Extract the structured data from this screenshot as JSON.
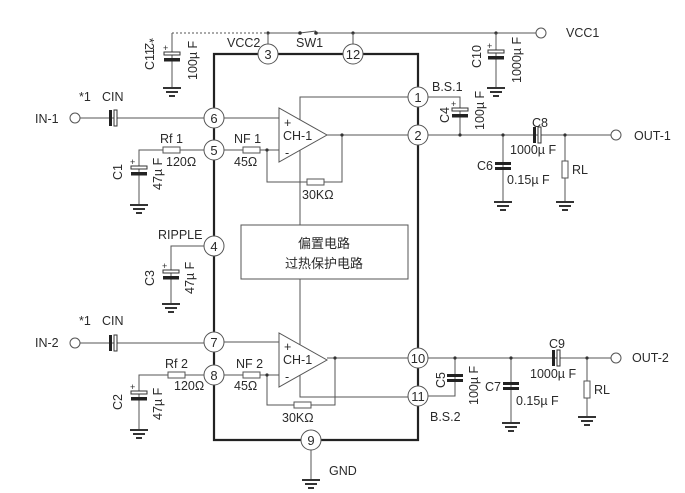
{
  "chip": {
    "block_line1": "偏置电路",
    "block_line2": "过热保护电路",
    "ch_top": "CH-1",
    "ch_bottom": "CH-1",
    "plus": "+",
    "minus": "-"
  },
  "pins": {
    "p1": "1",
    "p2": "2",
    "p3": "3",
    "p4": "4",
    "p5": "5",
    "p6": "6",
    "p7": "7",
    "p8": "8",
    "p9": "9",
    "p10": "10",
    "p11": "11",
    "p12": "12"
  },
  "labels": {
    "vcc2": "VCC2",
    "vcc1": "VCC1",
    "sw1": "SW1",
    "note2": "*2",
    "c11": "C11",
    "c11_val": "100µ F",
    "c10": "C10",
    "c10_val": "1000µ F",
    "in1": "IN-1",
    "in1_note": "*1",
    "cin1": "CIN",
    "in2": "IN-2",
    "in2_note": "*1",
    "cin2": "CIN",
    "rf1": "Rf 1",
    "rf1_val": "120Ω",
    "nf1": "NF 1",
    "nf1_val": "45Ω",
    "rf2": "Rf 2",
    "rf2_val": "120Ω",
    "nf2": "NF 2",
    "nf2_val": "45Ω",
    "fb1_val": "30KΩ",
    "fb2_val": "30KΩ",
    "c1": "C1",
    "c1_val": "47µ F",
    "c2": "C2",
    "c2_val": "47µ F",
    "c3": "C3",
    "c3_val": "47µ F",
    "ripple": "RIPPLE",
    "bs1": "B.S.1",
    "bs2": "B.S.2",
    "c4": "C4",
    "c4_val": "100µ F",
    "c5": "C5",
    "c5_val": "100µ F",
    "c6": "C6",
    "c6_val": "0.15µ F",
    "c7": "C7",
    "c7_val": "0.15µ F",
    "c8": "C8",
    "c8_val": "1000µ F",
    "c9": "C9",
    "c9_val": "1000µ F",
    "rl1": "RL",
    "rl2": "RL",
    "out1": "OUT-1",
    "out2": "OUT-2",
    "gnd": "GND"
  }
}
